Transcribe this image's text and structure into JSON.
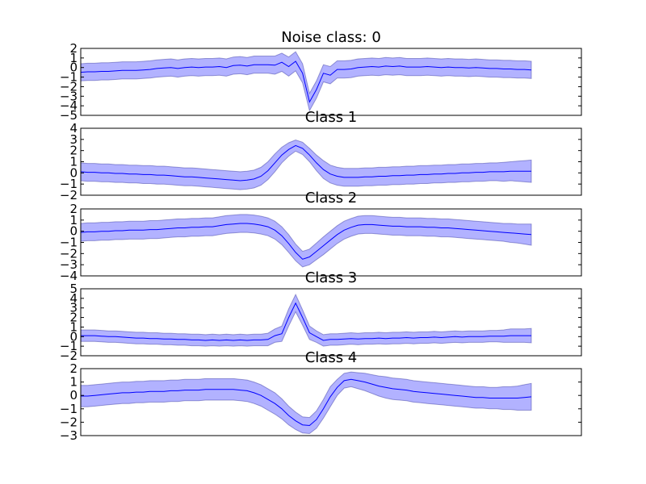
{
  "chart_data": [
    {
      "type": "line",
      "title": "Noise class: 0",
      "ylim": [
        -5,
        2
      ],
      "yticks": [
        -5,
        -4,
        -3,
        -2,
        -1,
        0,
        1,
        2
      ],
      "ytick_labels": [
        "−5",
        "−4",
        "−3",
        "−2",
        "−1",
        "0",
        "1",
        "2"
      ],
      "color": "#0000ff",
      "mean": [
        -0.5,
        -0.45,
        -0.45,
        -0.4,
        -0.4,
        -0.35,
        -0.3,
        -0.3,
        -0.3,
        -0.25,
        -0.2,
        -0.1,
        -0.05,
        0,
        -0.1,
        0,
        0.05,
        0,
        0.05,
        0.05,
        0.1,
        0,
        0.2,
        0.25,
        0.15,
        0.3,
        0.3,
        0.3,
        0.25,
        0.55,
        0.1,
        0.65,
        -0.6,
        -3.6,
        -2.3,
        -0.6,
        -0.8,
        -0.2,
        -0.2,
        -0.15,
        0,
        0.05,
        0.1,
        0.05,
        0.15,
        0.1,
        0.15,
        0.05,
        0.05,
        0.05,
        0.1,
        0.05,
        0,
        0.05,
        0,
        0,
        -0.05,
        0,
        -0.05,
        -0.1,
        -0.1,
        -0.15,
        -0.15,
        -0.2,
        -0.2,
        -0.25
      ],
      "band": [
        0.9,
        0.9,
        0.9,
        0.9,
        0.9,
        0.9,
        0.9,
        0.9,
        0.9,
        0.9,
        0.9,
        0.9,
        0.9,
        0.9,
        0.9,
        0.9,
        0.9,
        0.9,
        0.9,
        0.9,
        0.9,
        0.9,
        0.9,
        0.9,
        0.9,
        0.9,
        0.9,
        0.9,
        0.95,
        0.95,
        1.0,
        1.0,
        1.0,
        0.9,
        0.9,
        0.9,
        0.9,
        0.9,
        0.9,
        0.9,
        0.9,
        0.9,
        0.9,
        0.9,
        0.9,
        0.9,
        0.9,
        0.9,
        0.9,
        0.9,
        0.9,
        0.9,
        0.9,
        0.9,
        0.9,
        0.9,
        0.9,
        0.9,
        0.9,
        0.9,
        0.9,
        0.9,
        0.9,
        0.9,
        0.9,
        0.9
      ]
    },
    {
      "type": "line",
      "title": "Class 1",
      "ylim": [
        -2,
        4
      ],
      "yticks": [
        -2,
        -1,
        0,
        1,
        2,
        3,
        4
      ],
      "ytick_labels": [
        "−2",
        "−1",
        "0",
        "1",
        "2",
        "3",
        "4"
      ],
      "color": "#0000ff",
      "mean": [
        0.1,
        0.05,
        0.05,
        0,
        0,
        -0.05,
        -0.05,
        -0.1,
        -0.1,
        -0.15,
        -0.15,
        -0.2,
        -0.2,
        -0.25,
        -0.3,
        -0.35,
        -0.35,
        -0.4,
        -0.45,
        -0.5,
        -0.55,
        -0.6,
        -0.65,
        -0.7,
        -0.65,
        -0.55,
        -0.3,
        0.2,
        0.9,
        1.6,
        2.1,
        2.45,
        2.2,
        1.6,
        0.9,
        0.3,
        -0.1,
        -0.3,
        -0.4,
        -0.4,
        -0.4,
        -0.35,
        -0.35,
        -0.3,
        -0.3,
        -0.25,
        -0.25,
        -0.2,
        -0.2,
        -0.15,
        -0.15,
        -0.1,
        -0.1,
        -0.05,
        -0.05,
        0,
        0,
        0.05,
        0.05,
        0.1,
        0.1,
        0.1,
        0.15,
        0.15,
        0.15,
        0.15
      ],
      "band": [
        0.8,
        0.8,
        0.8,
        0.8,
        0.8,
        0.8,
        0.8,
        0.8,
        0.8,
        0.8,
        0.8,
        0.8,
        0.8,
        0.8,
        0.8,
        0.8,
        0.8,
        0.8,
        0.8,
        0.8,
        0.8,
        0.8,
        0.8,
        0.8,
        0.8,
        0.8,
        0.8,
        0.8,
        0.8,
        0.7,
        0.6,
        0.5,
        0.55,
        0.6,
        0.7,
        0.8,
        0.8,
        0.8,
        0.8,
        0.8,
        0.8,
        0.8,
        0.8,
        0.8,
        0.8,
        0.8,
        0.8,
        0.8,
        0.8,
        0.8,
        0.8,
        0.8,
        0.8,
        0.8,
        0.8,
        0.8,
        0.8,
        0.8,
        0.8,
        0.8,
        0.8,
        0.85,
        0.85,
        0.9,
        0.95,
        1.0
      ]
    },
    {
      "type": "line",
      "title": "Class 2",
      "ylim": [
        -4,
        2
      ],
      "yticks": [
        -4,
        -3,
        -2,
        -1,
        0,
        1,
        2
      ],
      "ytick_labels": [
        "−4",
        "−3",
        "−2",
        "−1",
        "0",
        "1",
        "2"
      ],
      "color": "#0000ff",
      "mean": [
        -0.1,
        -0.05,
        -0.05,
        0,
        0,
        0.05,
        0.05,
        0.1,
        0.1,
        0.1,
        0.15,
        0.15,
        0.2,
        0.25,
        0.3,
        0.3,
        0.35,
        0.35,
        0.4,
        0.4,
        0.5,
        0.6,
        0.65,
        0.7,
        0.7,
        0.65,
        0.55,
        0.4,
        0.1,
        -0.4,
        -1.1,
        -1.9,
        -2.5,
        -2.3,
        -1.8,
        -1.3,
        -0.8,
        -0.3,
        0.1,
        0.35,
        0.55,
        0.6,
        0.6,
        0.55,
        0.5,
        0.45,
        0.45,
        0.4,
        0.4,
        0.4,
        0.35,
        0.35,
        0.3,
        0.3,
        0.25,
        0.2,
        0.15,
        0.1,
        0.05,
        0,
        -0.05,
        -0.1,
        -0.15,
        -0.2,
        -0.25,
        -0.3
      ],
      "band": [
        0.8,
        0.8,
        0.8,
        0.8,
        0.8,
        0.8,
        0.8,
        0.8,
        0.8,
        0.8,
        0.8,
        0.8,
        0.8,
        0.8,
        0.8,
        0.8,
        0.8,
        0.8,
        0.8,
        0.8,
        0.8,
        0.8,
        0.8,
        0.8,
        0.8,
        0.8,
        0.8,
        0.8,
        0.8,
        0.8,
        0.8,
        0.75,
        0.7,
        0.7,
        0.75,
        0.8,
        0.8,
        0.8,
        0.8,
        0.8,
        0.8,
        0.8,
        0.8,
        0.8,
        0.8,
        0.8,
        0.8,
        0.8,
        0.8,
        0.8,
        0.8,
        0.8,
        0.8,
        0.8,
        0.8,
        0.8,
        0.8,
        0.8,
        0.8,
        0.8,
        0.8,
        0.8,
        0.85,
        0.85,
        0.9,
        0.95
      ]
    },
    {
      "type": "line",
      "title": "Class 3",
      "ylim": [
        -2,
        5
      ],
      "yticks": [
        -2,
        -1,
        0,
        1,
        2,
        3,
        4,
        5
      ],
      "ytick_labels": [
        "−2",
        "−1",
        "0",
        "1",
        "2",
        "3",
        "4",
        "5"
      ],
      "color": "#0000ff",
      "mean": [
        0.1,
        0.1,
        0.1,
        0.05,
        0,
        0,
        -0.05,
        -0.1,
        -0.15,
        -0.15,
        -0.2,
        -0.2,
        -0.25,
        -0.25,
        -0.3,
        -0.3,
        -0.35,
        -0.35,
        -0.4,
        -0.35,
        -0.4,
        -0.35,
        -0.4,
        -0.35,
        -0.4,
        -0.35,
        -0.35,
        -0.3,
        0.1,
        0.3,
        2.0,
        3.5,
        2.0,
        0.4,
        0,
        -0.4,
        -0.3,
        -0.3,
        -0.25,
        -0.2,
        -0.25,
        -0.2,
        -0.2,
        -0.15,
        -0.2,
        -0.15,
        -0.15,
        -0.1,
        -0.15,
        -0.1,
        -0.1,
        -0.05,
        -0.1,
        -0.05,
        0,
        -0.05,
        0,
        0,
        0,
        0.05,
        0.05,
        0.05,
        0.1,
        0.1,
        0.1,
        0.1
      ],
      "band": [
        0.6,
        0.6,
        0.6,
        0.6,
        0.6,
        0.6,
        0.6,
        0.6,
        0.6,
        0.6,
        0.6,
        0.6,
        0.6,
        0.6,
        0.6,
        0.6,
        0.6,
        0.6,
        0.6,
        0.6,
        0.6,
        0.6,
        0.6,
        0.6,
        0.6,
        0.6,
        0.6,
        0.65,
        0.7,
        0.8,
        0.9,
        0.9,
        0.8,
        0.7,
        0.6,
        0.6,
        0.6,
        0.6,
        0.6,
        0.6,
        0.6,
        0.6,
        0.6,
        0.6,
        0.6,
        0.6,
        0.6,
        0.6,
        0.6,
        0.6,
        0.6,
        0.6,
        0.6,
        0.6,
        0.6,
        0.6,
        0.6,
        0.6,
        0.6,
        0.6,
        0.6,
        0.65,
        0.7,
        0.7,
        0.7,
        0.75
      ]
    },
    {
      "type": "line",
      "title": "Class 4",
      "ylim": [
        -3,
        2
      ],
      "yticks": [
        -3,
        -2,
        -1,
        0,
        1,
        2
      ],
      "ytick_labels": [
        "−3",
        "−2",
        "−1",
        "0",
        "1",
        "2"
      ],
      "color": "#0000ff",
      "mean": [
        -0.05,
        -0.05,
        0,
        0.05,
        0.1,
        0.15,
        0.2,
        0.2,
        0.25,
        0.25,
        0.3,
        0.3,
        0.3,
        0.35,
        0.35,
        0.4,
        0.4,
        0.4,
        0.45,
        0.45,
        0.45,
        0.45,
        0.45,
        0.4,
        0.35,
        0.2,
        0,
        -0.3,
        -0.6,
        -1.0,
        -1.5,
        -1.9,
        -2.2,
        -2.25,
        -1.8,
        -1.0,
        -0.1,
        0.6,
        1.1,
        1.2,
        1.1,
        1.0,
        0.85,
        0.7,
        0.6,
        0.5,
        0.45,
        0.4,
        0.3,
        0.25,
        0.2,
        0.15,
        0.1,
        0.05,
        0,
        -0.05,
        -0.1,
        -0.15,
        -0.15,
        -0.2,
        -0.2,
        -0.2,
        -0.2,
        -0.2,
        -0.15,
        -0.1
      ],
      "band": [
        0.8,
        0.8,
        0.8,
        0.8,
        0.8,
        0.8,
        0.8,
        0.8,
        0.8,
        0.8,
        0.8,
        0.8,
        0.8,
        0.8,
        0.8,
        0.8,
        0.8,
        0.8,
        0.8,
        0.8,
        0.8,
        0.8,
        0.8,
        0.8,
        0.8,
        0.8,
        0.8,
        0.8,
        0.8,
        0.75,
        0.7,
        0.65,
        0.6,
        0.6,
        0.65,
        0.7,
        0.75,
        0.6,
        0.55,
        0.55,
        0.6,
        0.65,
        0.7,
        0.75,
        0.8,
        0.8,
        0.8,
        0.8,
        0.8,
        0.8,
        0.8,
        0.8,
        0.8,
        0.8,
        0.8,
        0.8,
        0.8,
        0.8,
        0.8,
        0.8,
        0.8,
        0.85,
        0.85,
        0.9,
        0.95,
        1.0
      ]
    }
  ]
}
